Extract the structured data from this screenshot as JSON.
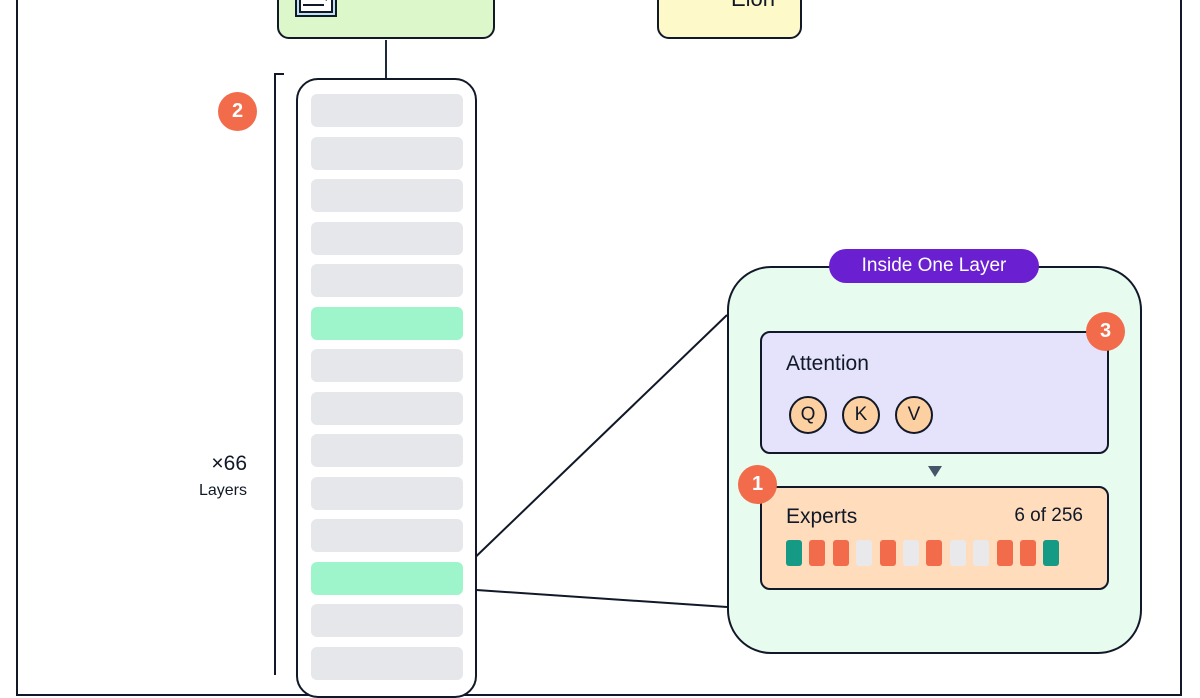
{
  "top_nodes": {
    "left_icon": "document-icon",
    "right_label": "Elon"
  },
  "stack": {
    "layer_count": 14,
    "active_layers": [
      5,
      11
    ],
    "badge": "2",
    "repeat_label": "×66",
    "repeat_sublabel": "Layers"
  },
  "zoom": {
    "title": "Inside One Layer",
    "attention": {
      "title": "Attention",
      "badge": "3",
      "tokens": [
        "Q",
        "K",
        "V"
      ]
    },
    "experts": {
      "title": "Experts",
      "badge": "1",
      "count_label": "6 of 256",
      "cells": [
        "selected",
        "active",
        "active",
        "idle",
        "active",
        "idle",
        "active",
        "idle",
        "idle",
        "active",
        "active",
        "selected"
      ]
    }
  },
  "colors": {
    "layer_idle": "#e5e7eb",
    "layer_active": "#9ff5cb",
    "badge": "#f26b4a",
    "pill": "#6a1fd1",
    "expert_selected": "#159a86",
    "expert_active": "#f26b4a",
    "expert_idle": "#e9e9ec"
  }
}
